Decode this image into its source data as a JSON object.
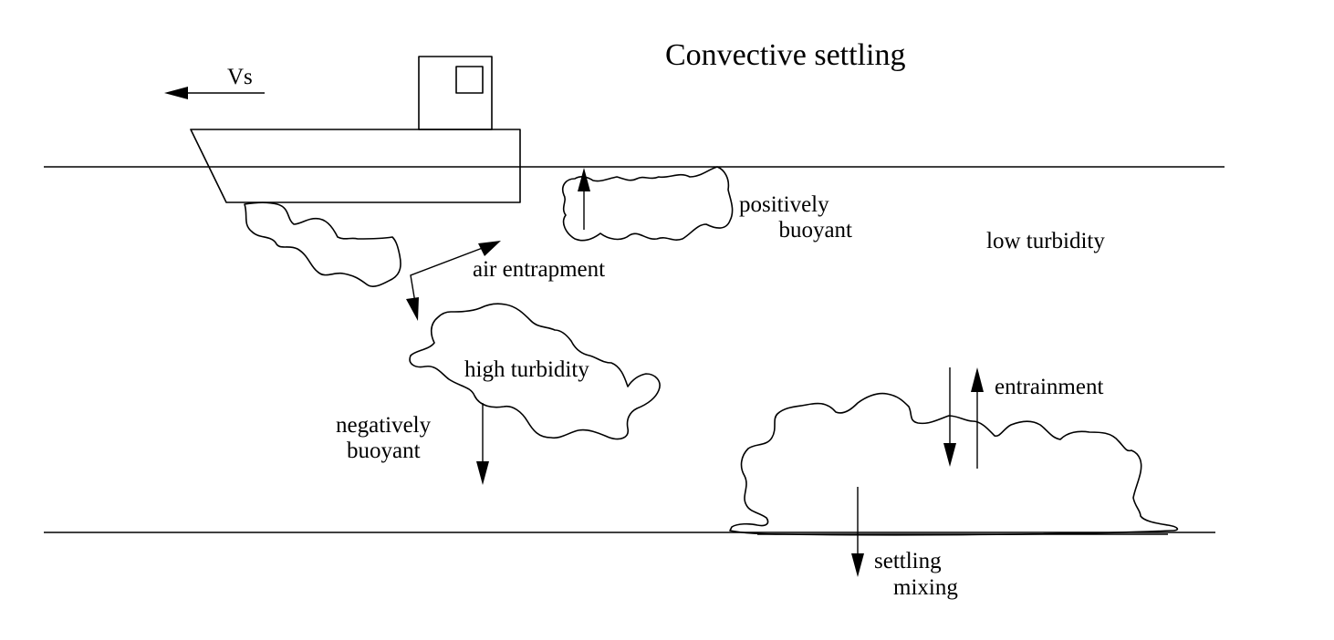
{
  "diagram": {
    "title": "Convective settling",
    "vessel_speed_label": "Vs",
    "labels": {
      "positively_buoyant_line1": "positively",
      "positively_buoyant_line2": "buoyant",
      "low_turbidity": "low turbidity",
      "air_entrapment": "air entrapment",
      "high_turbidity": "high turbidity",
      "negatively_buoyant_line1": "negatively",
      "negatively_buoyant_line2": "buoyant",
      "entrainment": "entrainment",
      "settling": "settling",
      "mixing": "mixing"
    }
  }
}
